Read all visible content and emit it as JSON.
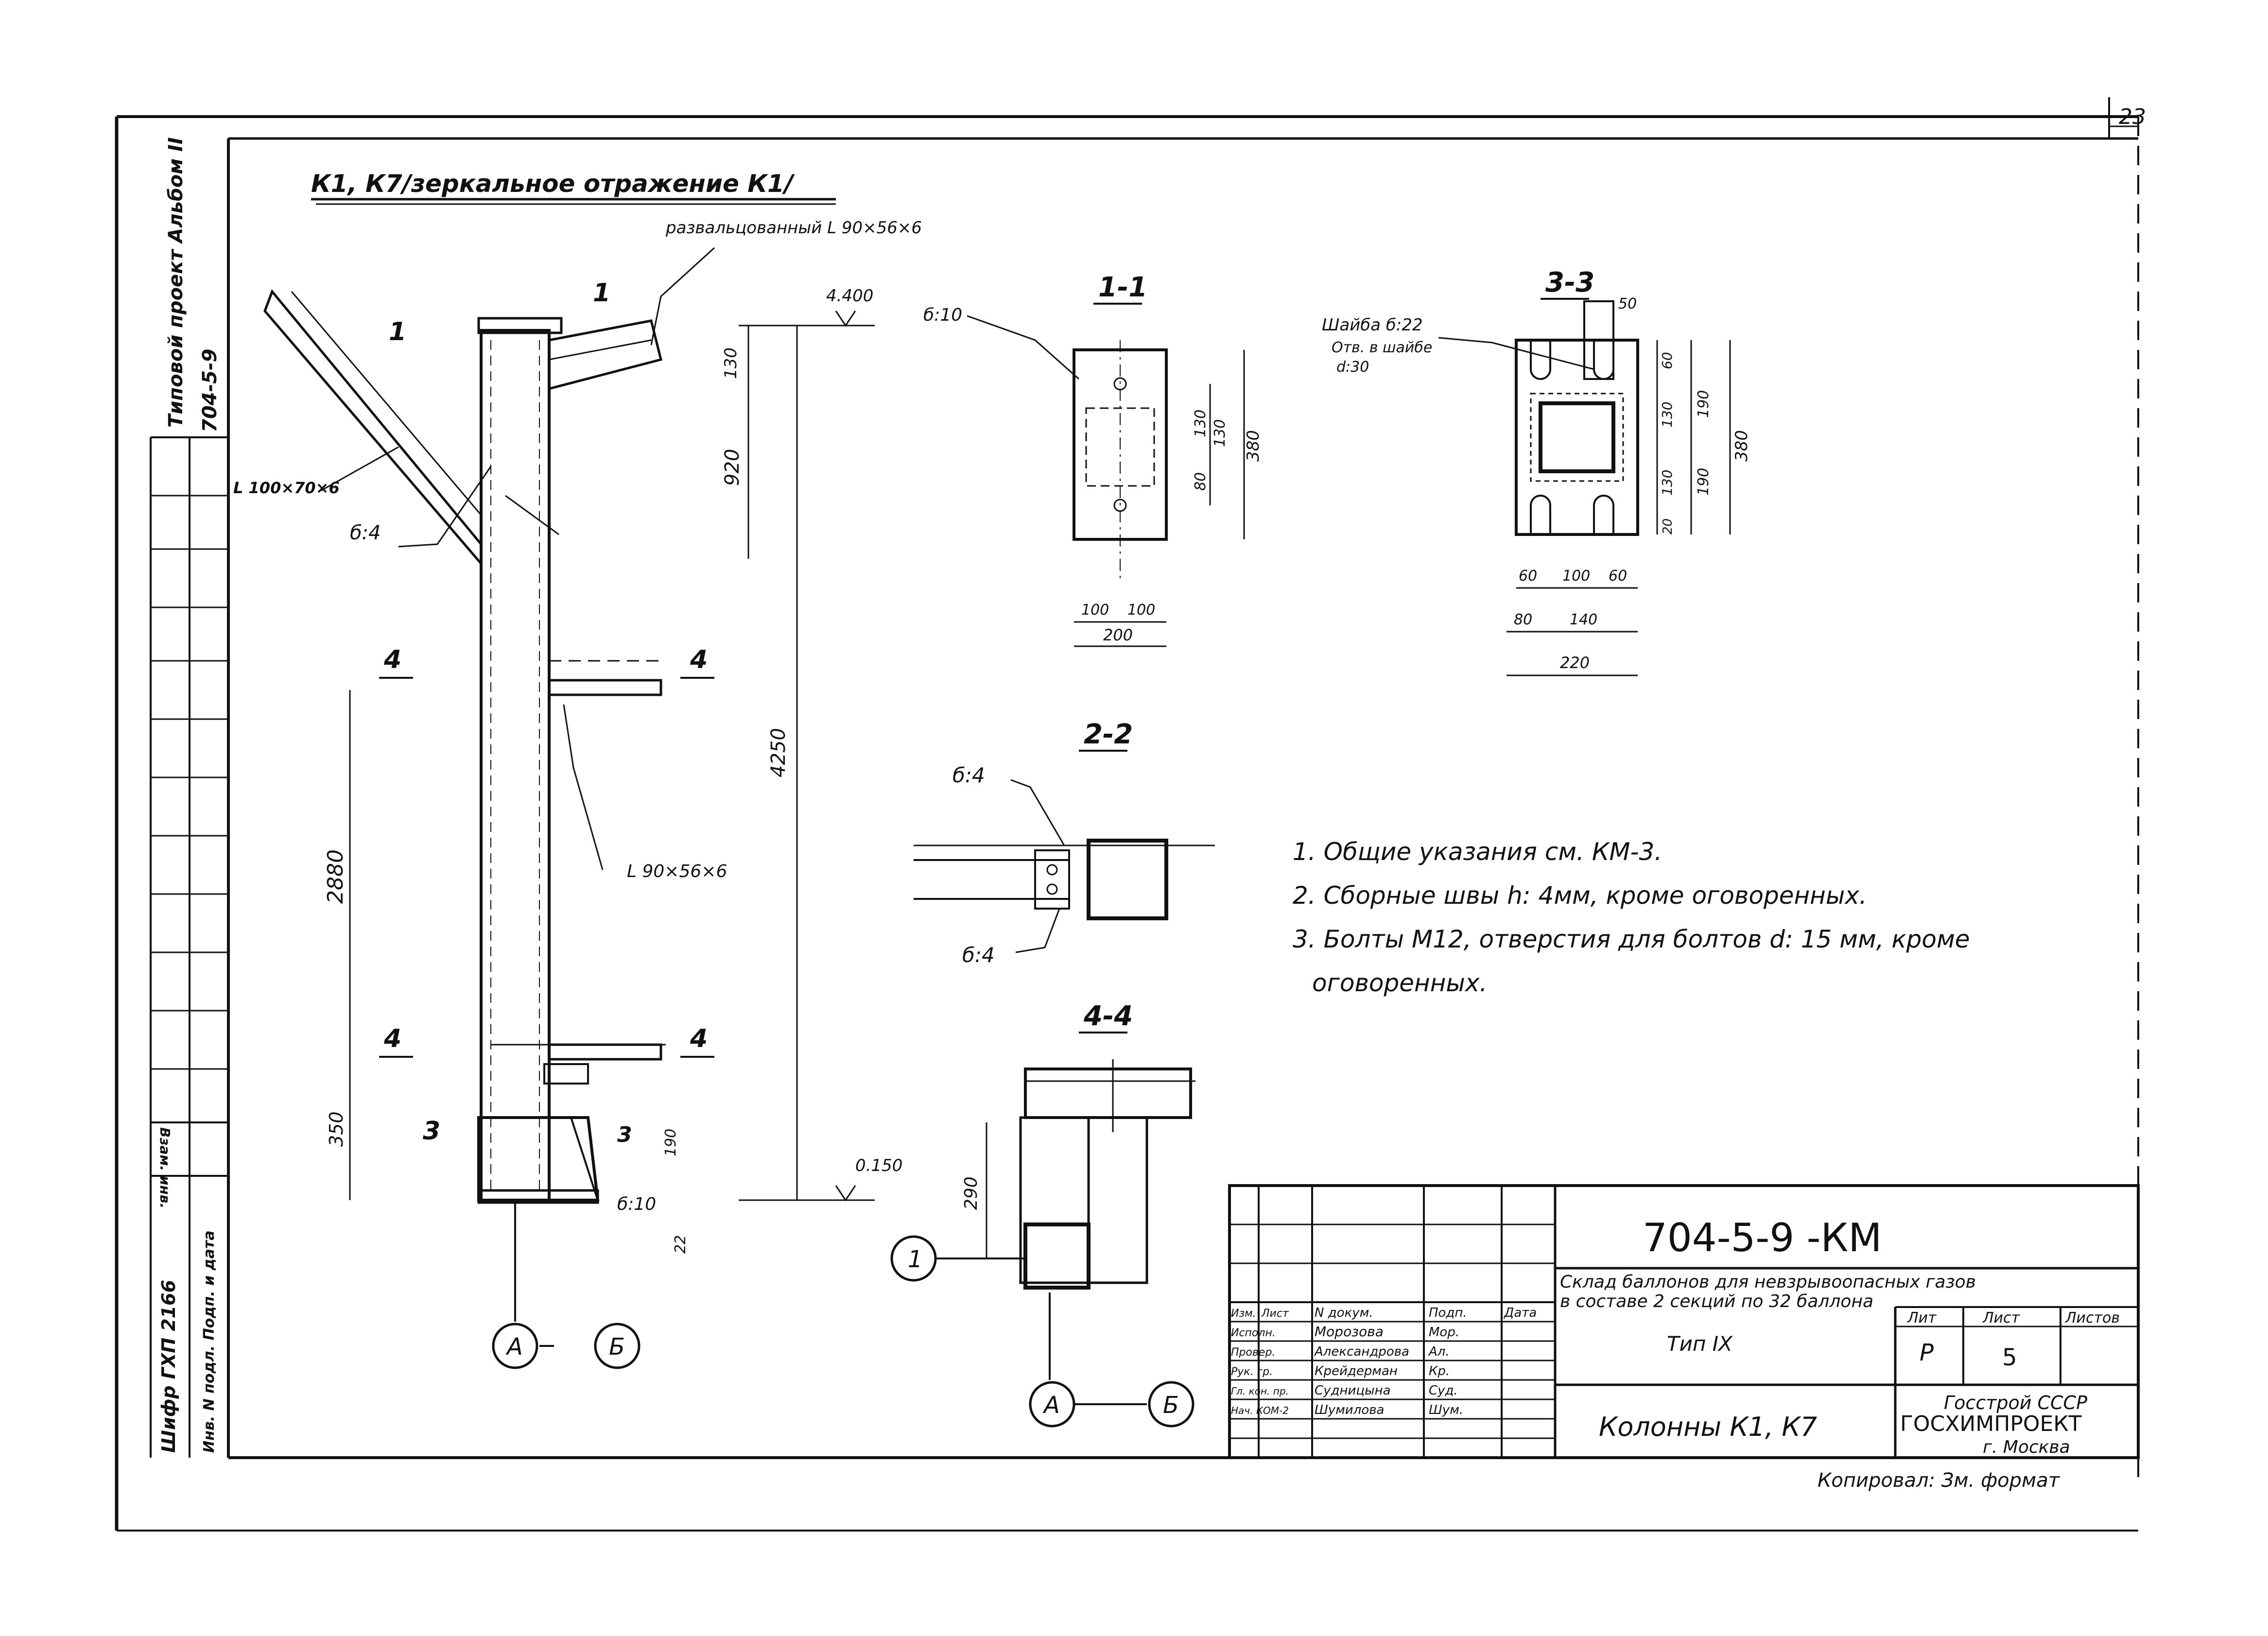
{
  "sheet": {
    "number": "23",
    "code": "704-5-9  -КМ",
    "side_project": "Типовой проект Альбом II",
    "side_code": "704-5-9",
    "side_cipher": "Шифр ГХП 2166",
    "side_sign": "Инв. N подл.  Подп. и дата",
    "side_vzam": "Взам. инв."
  },
  "main_view": {
    "title": "К1, К7/зеркальное отражение К1/",
    "angle_note": "развальцованный L 90×56×6",
    "angle_left": "L 100×70×6",
    "angle_mid": "L 90×56×6",
    "plate_left": "б:4",
    "elev_top": "4.400",
    "elev_bottom": "0.150",
    "dim_130": "130",
    "dim_920": "920",
    "dim_4250": "4250",
    "dim_2880": "2880",
    "dim_350": "350",
    "dim_22": "22",
    "dim_190": "190",
    "plate_b10": "б:10",
    "axis_a": "А",
    "axis_b": "Б",
    "sec1_left": "1",
    "sec1_right": "1",
    "sec4_a": "4",
    "sec4_b": "4",
    "sec4_c": "4",
    "sec4_d": "4",
    "sec3_a": "3",
    "sec3_b": "3"
  },
  "section_11": {
    "title": "1-1",
    "plate": "б:10",
    "d_130": "130",
    "d_80": "80",
    "d_130b": "130",
    "d_380": "380",
    "d_100a": "100",
    "d_100b": "100",
    "d_200": "200"
  },
  "section_33": {
    "title": "3-3",
    "washer": "Шайба б:22",
    "hole": "Отв. в шайбе",
    "hole_d": "d:30",
    "d_50": "50",
    "d_60": "60",
    "d_130a": "130",
    "d_130b": "130",
    "d_190a": "190",
    "d_190b": "190",
    "d_20": "20",
    "d_380": "380",
    "d_60a": "60",
    "d_100": "100",
    "d_60b": "60",
    "d_80": "80",
    "d_140": "140",
    "d_220": "220"
  },
  "section_22": {
    "title": "2-2",
    "plate_top": "б:4",
    "plate_bot": "б:4"
  },
  "section_44": {
    "title": "4-4",
    "d_290": "290",
    "circle": "1",
    "axis_a": "А",
    "axis_b": "Б"
  },
  "notes": [
    "1. Общие указания см. КМ-3.",
    "2. Сборные швы h: 4мм, кроме оговоренных.",
    "3. Болты М12, отверстия для болтов d: 15 мм, кроме",
    "оговоренных."
  ],
  "title_block": {
    "code": "704-5-9  -КМ",
    "description_1": "Склад баллонов для невзрывоопасных газов",
    "description_2": "в составе 2 секций по 32 баллона",
    "header": [
      "Изм.",
      "Лист",
      "N докум.",
      "Подп.",
      "Дата"
    ],
    "rows": [
      {
        "role": "Исполн.",
        "name": "Морозова",
        "sign": "Мор."
      },
      {
        "role": "Провер.",
        "name": "Александрова",
        "sign": "Ал."
      },
      {
        "role": "Рук. гр.",
        "name": "Крейдерман",
        "sign": "Кр."
      },
      {
        "role": "Гл. кон. пр.",
        "name": "Судницына",
        "sign": "Суд."
      },
      {
        "role": "Нач. КОМ-2",
        "name": "Шумилова",
        "sign": "Шум."
      }
    ],
    "type": "Тип IX",
    "stage_label": "Лит",
    "sheet_label": "Лист",
    "sheets_label": "Листов",
    "stage": "Р",
    "sheet": "5",
    "sheet_name": "Колонны К1, К7",
    "org_1": "Госстрой СССР",
    "org_2": "ГОСХИМПРОЕКТ",
    "org_3": "г. Москва",
    "copied": "Копировал: Зм.  формат"
  }
}
